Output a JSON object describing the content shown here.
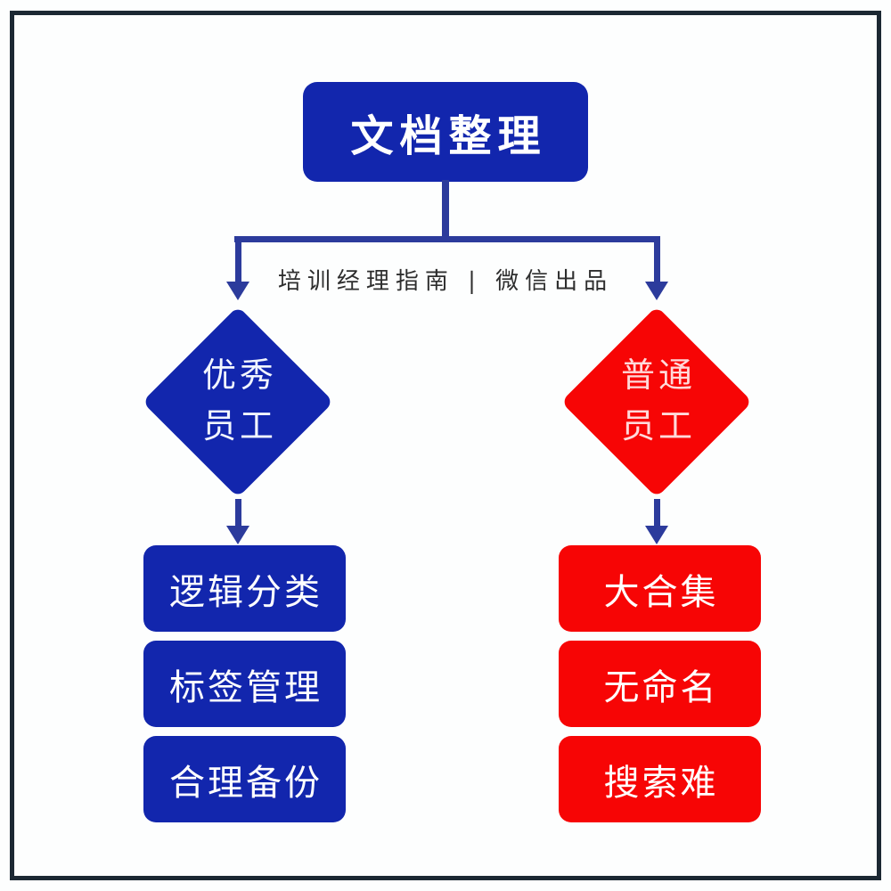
{
  "diagram": {
    "root_label": "文档整理",
    "caption": "培训经理指南 | 微信出品",
    "branches": [
      {
        "diamond": {
          "line1": "优秀",
          "line2": "员工"
        },
        "items": [
          "逻辑分类",
          "标签管理",
          "合理备份"
        ]
      },
      {
        "diamond": {
          "line1": "普通",
          "line2": "员工"
        },
        "items": [
          "大合集",
          "无命名",
          "搜索难"
        ]
      }
    ],
    "colors": {
      "node_blue": "#1226ad",
      "node_red": "#f70505",
      "connector": "#2c3b9c",
      "frame_border": "#1c2833",
      "caption_text": "#2e2e2e",
      "background": "#fdfefe"
    }
  }
}
